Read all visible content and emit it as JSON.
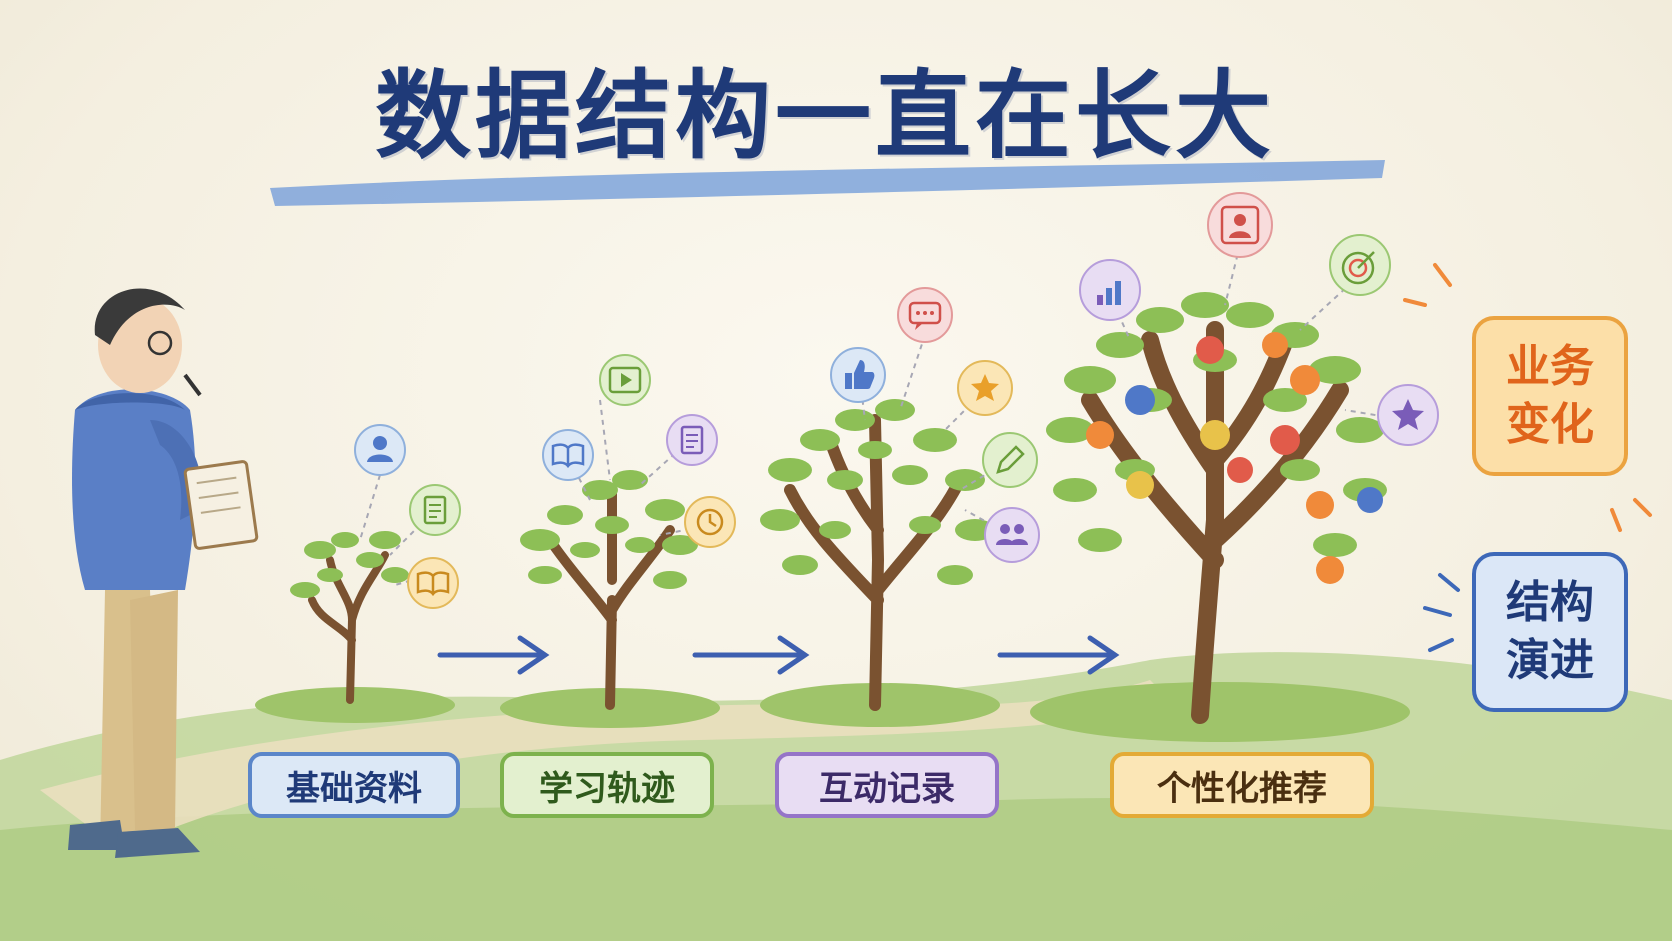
{
  "title": "数据结构一直在长大",
  "stages": [
    {
      "label": "基础资料",
      "icons": [
        "user-icon",
        "document-icon",
        "book-icon"
      ]
    },
    {
      "label": "学习轨迹",
      "icons": [
        "video-icon",
        "book-icon",
        "document-icon",
        "clock-icon"
      ]
    },
    {
      "label": "互动记录",
      "icons": [
        "thumbs-up-icon",
        "chat-icon",
        "star-icon",
        "pencil-icon",
        "group-icon"
      ]
    },
    {
      "label": "个性化推荐",
      "icons": [
        "bar-chart-icon",
        "user-icon",
        "target-icon",
        "star-icon"
      ]
    }
  ],
  "side_badges": [
    {
      "line1": "业务",
      "line2": "变化"
    },
    {
      "line1": "结构",
      "line2": "演进"
    }
  ],
  "colors": {
    "title": "#1f3a78",
    "blue": "#5b86c9",
    "green": "#7db24d",
    "purple": "#9574c8",
    "orange": "#e3aa36",
    "arrow": "#3d5fb0"
  }
}
